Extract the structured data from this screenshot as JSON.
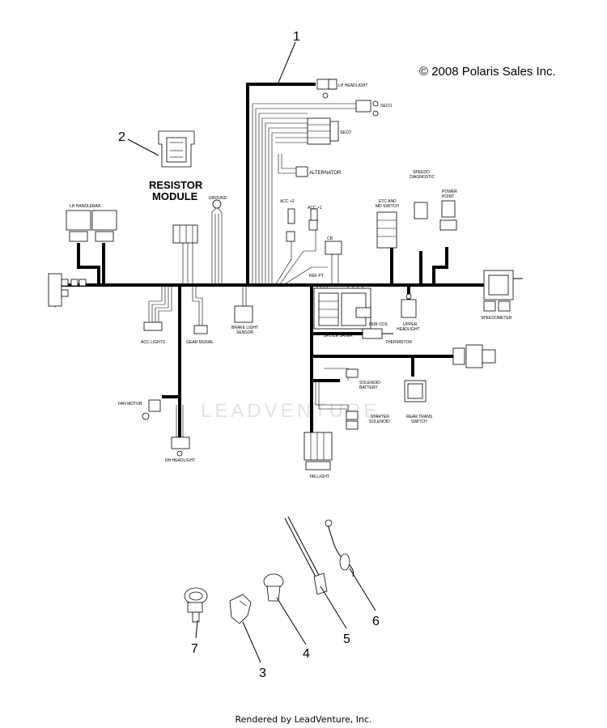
{
  "copyright": "© 2008 Polaris Sales Inc.",
  "footer": "Rendered by LeadVenture, Inc.",
  "watermark": "LEADVENTURE",
  "callouts": [
    "1",
    "2",
    "3",
    "4",
    "5",
    "6",
    "7"
  ],
  "resistor_module": [
    "RESISTOR",
    "MODULE"
  ],
  "labels": {
    "lh_headlight": "LH HEADLIGHT",
    "seco": "SECO",
    "alternator": "ALTERNATOR",
    "acc2": "ACC +2",
    "acc1": "ACC +1",
    "lh_handlebar": "LH HANDLEBAR",
    "ground": "GROUND",
    "etc_and_md_switch": [
      "ETC AND",
      "MD SWITCH"
    ],
    "speedo_diagnostic": [
      "SPEEDO",
      "DIAGNOSTIC"
    ],
    "power_point": [
      "POWER",
      "POINT"
    ],
    "speedometer": "SPEEDOMETER",
    "acc_lights": "ACC LIGHTS",
    "gear_signal": "GEAR SIGNAL",
    "brake_light_sensor": [
      "BRAKE LIGHT",
      "SENSOR"
    ],
    "splice_saver": "SPLICE SAVER",
    "hub_coil": "HUB COIL",
    "upper_headlight": [
      "UPPER",
      "HEADLIGHT"
    ],
    "thermistor": "THERMISTOR",
    "solenoid_battery": [
      "SOLENOID",
      "BATTERY"
    ],
    "starter_solenoid": [
      "STARTER",
      "SOLENOID"
    ],
    "rear_trans_switch": [
      "REAR TRANS",
      "SWITCH"
    ],
    "fan_motor": "FAN MOTOR",
    "rh_headlight": "RH HEADLIGHT",
    "taillight": "TAILLIGHT",
    "ref_pt": "REF PT",
    "cb": "CB"
  }
}
